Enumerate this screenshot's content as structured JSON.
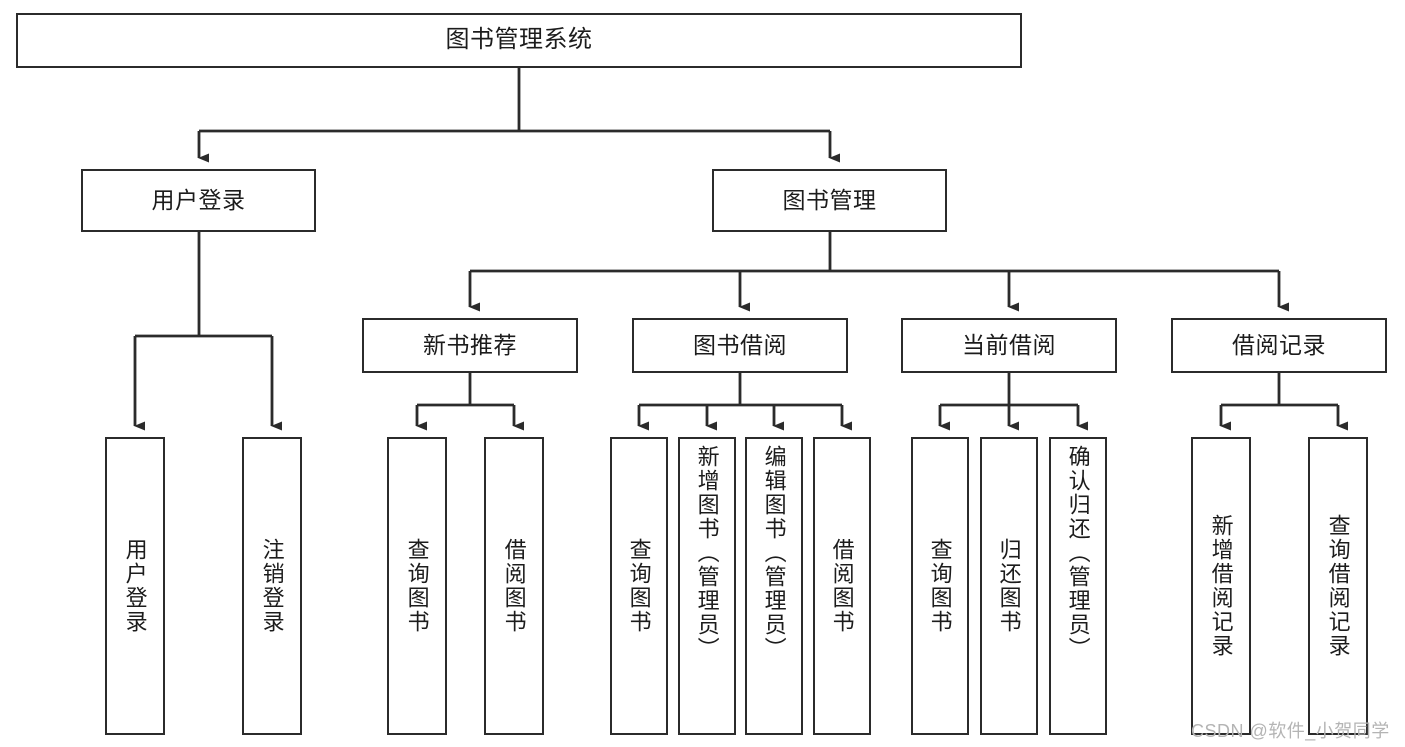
{
  "diagram": {
    "title": "图书管理系统",
    "type": "tree-hierarchy-chart",
    "root": {
      "label": "图书管理系统"
    },
    "level2": [
      {
        "label": "用户登录"
      },
      {
        "label": "图书管理"
      }
    ],
    "level3": [
      {
        "label": "新书推荐"
      },
      {
        "label": "图书借阅"
      },
      {
        "label": "当前借阅"
      },
      {
        "label": "借阅记录"
      }
    ],
    "leaves": {
      "user_login": [
        {
          "label": "用户登录"
        },
        {
          "label": "注销登录"
        }
      ],
      "new_book_recommend": [
        {
          "label": "查询图书"
        },
        {
          "label": "借阅图书"
        }
      ],
      "book_borrow": [
        {
          "label": "查询图书"
        },
        {
          "label": "新增图书（管理员）"
        },
        {
          "label": "编辑图书（管理员）"
        },
        {
          "label": "借阅图书"
        }
      ],
      "current_borrow": [
        {
          "label": "查询图书"
        },
        {
          "label": "归还图书"
        },
        {
          "label": "确认归还（管理员）"
        }
      ],
      "borrow_record": [
        {
          "label": "新增借阅记录"
        },
        {
          "label": "查询借阅记录"
        }
      ]
    },
    "watermark": "CSDN @软件_小贺同学",
    "colors": {
      "border": "#2b2b2b",
      "background": "#ffffff",
      "text": "#1c1c1c",
      "watermark": "#b4b4b4"
    }
  }
}
